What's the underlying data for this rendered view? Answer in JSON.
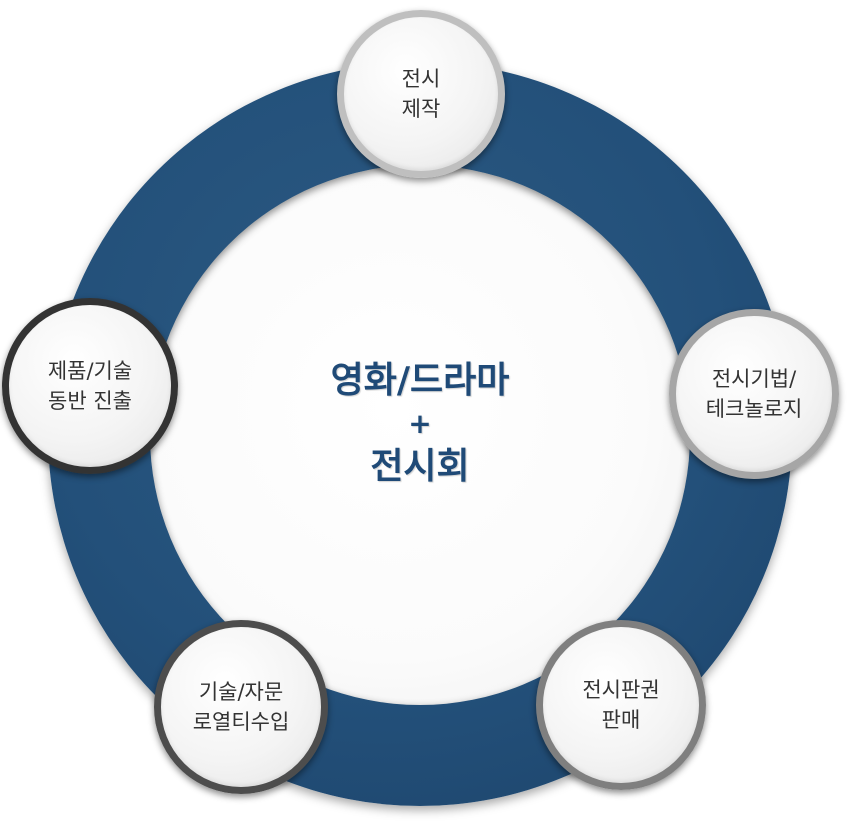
{
  "center": {
    "line1": "영화/드라마",
    "plus": "+",
    "line2": "전시회"
  },
  "nodes": {
    "top": {
      "line1": "전시",
      "line2": "제작"
    },
    "right": {
      "line1": "전시기법/",
      "line2": "테크놀로지"
    },
    "bottom_right": {
      "line1": "전시판권",
      "line2": "판매"
    },
    "bottom_left": {
      "line1": "기술/자문",
      "line2": "로열티수입"
    },
    "left": {
      "line1": "제품/기술",
      "line2": "동반 진출"
    }
  },
  "colors": {
    "ring": "#23507a",
    "center_text": "#1f4a77",
    "node_border_top": "#bfbfbf",
    "node_border_right": "#a6a6a6",
    "node_border_bottom_right": "#7f7f7f",
    "node_border_bottom_left": "#4d4d4d",
    "node_border_left": "#333333"
  }
}
